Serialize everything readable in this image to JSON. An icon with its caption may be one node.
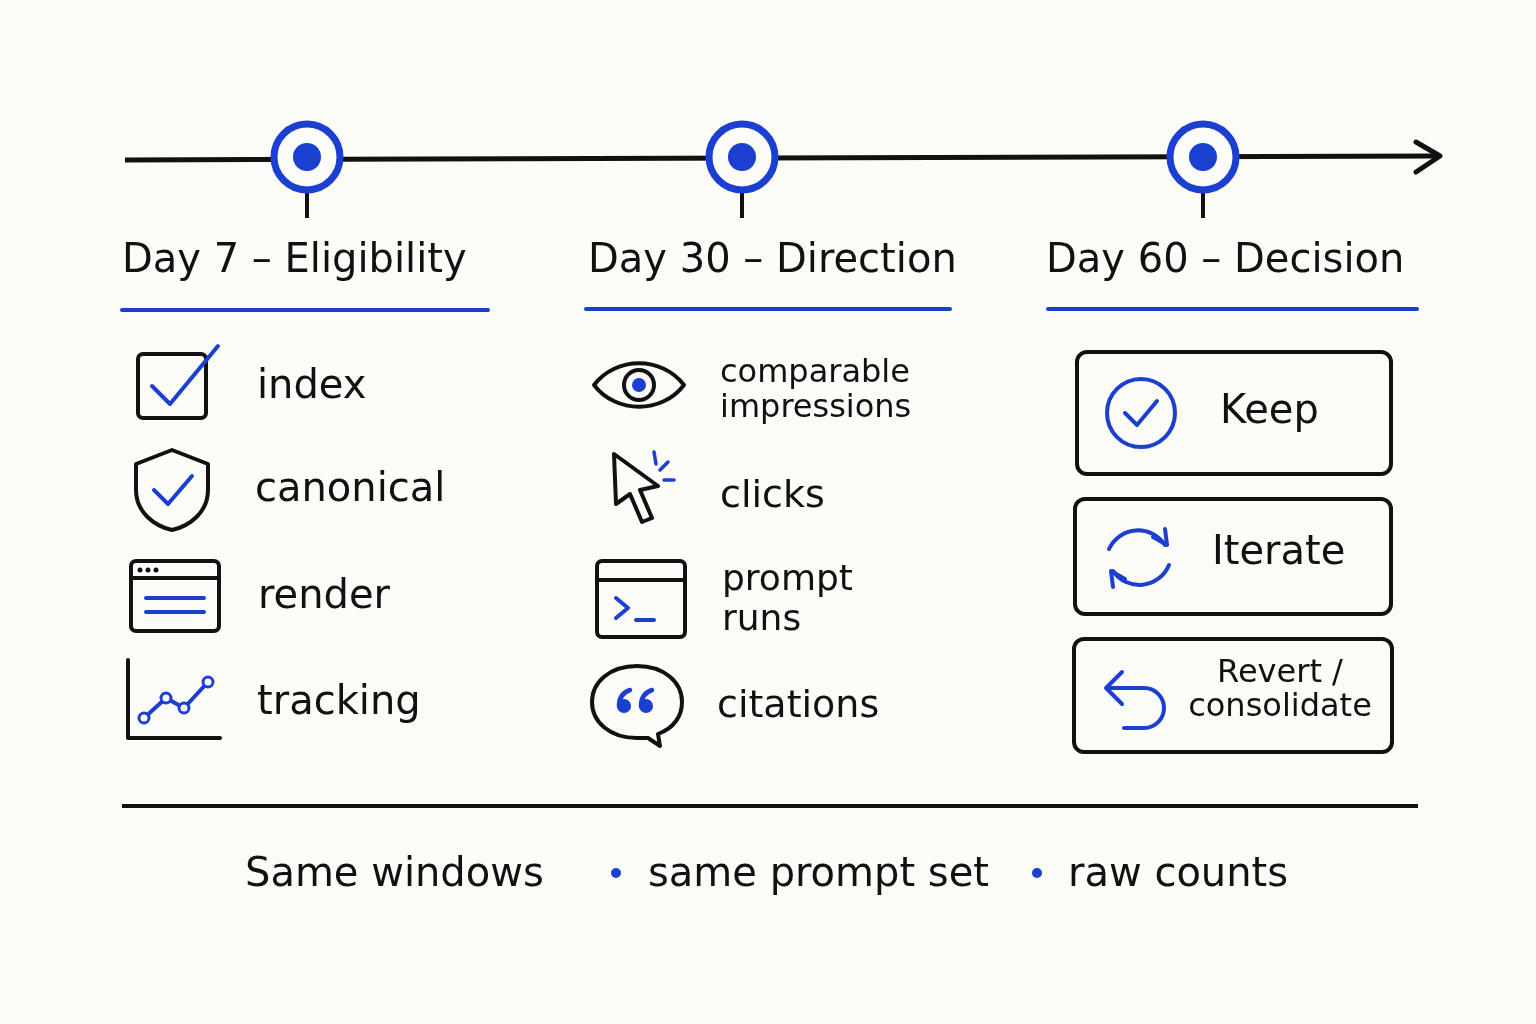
{
  "diagram": {
    "nodes": [
      {
        "text": [
          "Keep"
        ]
      },
      {
        "text": [
          "Iterate"
        ]
      },
      {
        "text": [
          "Revert / consolidate"
        ]
      }
    ],
    "edges": [],
    "labels": [
      "Day 7 – Eligibility",
      "index",
      "canonical",
      "render",
      "tracking",
      "Day 30 – Direction",
      "comparable impressions",
      "clicks",
      "prompt runs",
      "citations",
      "Day 60 – Decision",
      "Same windows",
      "same prompt set",
      "raw counts"
    ]
  }
}
